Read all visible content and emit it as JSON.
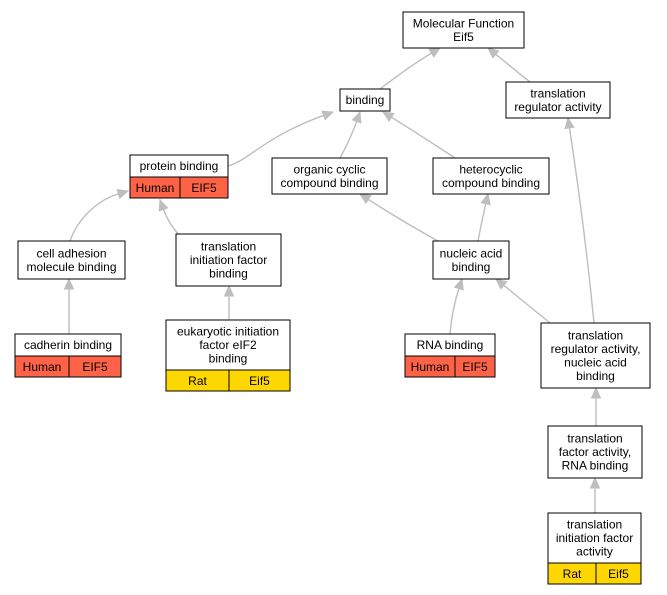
{
  "diagram": {
    "colors": {
      "human": "#ff6347",
      "rat": "#ffd700",
      "edge": "#bebebe"
    },
    "nodes": {
      "mf_root": {
        "lines": [
          "Molecular Function",
          "Eif5"
        ]
      },
      "binding": {
        "lines": [
          "binding"
        ]
      },
      "tra": {
        "lines": [
          "translation",
          "regulator activity"
        ]
      },
      "protein_binding": {
        "lines": [
          "protein binding"
        ],
        "annotation": {
          "species": "Human",
          "gene": "EIF5",
          "color": "#ff6347"
        }
      },
      "organic_cyclic": {
        "lines": [
          "organic cyclic",
          "compound binding"
        ]
      },
      "heterocyclic": {
        "lines": [
          "heterocyclic",
          "compound binding"
        ]
      },
      "cell_adhesion": {
        "lines": [
          "cell adhesion",
          "molecule binding"
        ]
      },
      "tifb": {
        "lines": [
          "translation",
          "initiation factor",
          "binding"
        ]
      },
      "nucleic_acid": {
        "lines": [
          "nucleic acid",
          "binding"
        ]
      },
      "cadherin": {
        "lines": [
          "cadherin binding"
        ],
        "annotation": {
          "species": "Human",
          "gene": "EIF5",
          "color": "#ff6347"
        }
      },
      "eif2": {
        "lines": [
          "eukaryotic initiation",
          "factor eIF2",
          "binding"
        ],
        "annotation": {
          "species": "Rat",
          "gene": "Eif5",
          "color": "#ffd700"
        }
      },
      "rna_binding": {
        "lines": [
          "RNA binding"
        ],
        "annotation": {
          "species": "Human",
          "gene": "EIF5",
          "color": "#ff6347"
        }
      },
      "tranab": {
        "lines": [
          "translation",
          "regulator activity,",
          "nucleic acid",
          "binding"
        ]
      },
      "tfrna": {
        "lines": [
          "translation",
          "factor activity,",
          "RNA binding"
        ]
      },
      "tifa": {
        "lines": [
          "translation",
          "initiation factor",
          "activity"
        ],
        "annotation": {
          "species": "Rat",
          "gene": "Eif5",
          "color": "#ffd700"
        }
      }
    },
    "edges": [
      {
        "from": "binding",
        "to": "mf_root"
      },
      {
        "from": "tra",
        "to": "mf_root"
      },
      {
        "from": "protein_binding",
        "to": "binding"
      },
      {
        "from": "organic_cyclic",
        "to": "binding"
      },
      {
        "from": "heterocyclic",
        "to": "binding"
      },
      {
        "from": "cell_adhesion",
        "to": "protein_binding"
      },
      {
        "from": "tifb",
        "to": "protein_binding"
      },
      {
        "from": "nucleic_acid",
        "to": "organic_cyclic"
      },
      {
        "from": "nucleic_acid",
        "to": "heterocyclic"
      },
      {
        "from": "cadherin",
        "to": "cell_adhesion"
      },
      {
        "from": "eif2",
        "to": "tifb"
      },
      {
        "from": "rna_binding",
        "to": "nucleic_acid"
      },
      {
        "from": "tranab",
        "to": "nucleic_acid"
      },
      {
        "from": "tranab",
        "to": "tra"
      },
      {
        "from": "tfrna",
        "to": "tranab"
      },
      {
        "from": "tifa",
        "to": "tfrna"
      }
    ]
  }
}
